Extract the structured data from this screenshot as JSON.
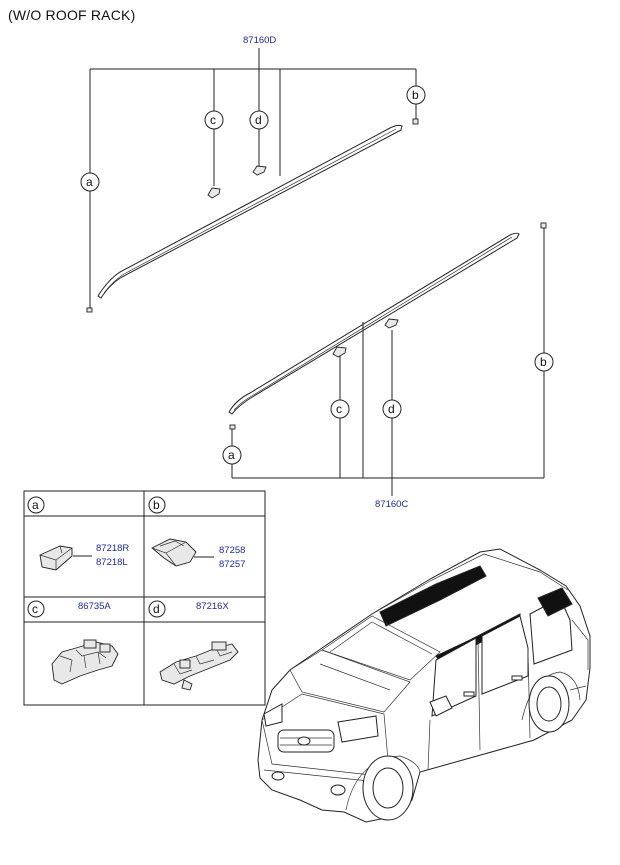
{
  "title": "(W/O ROOF RACK)",
  "part_numbers": {
    "upper_moulding": "87160D",
    "lower_moulding": "87160C"
  },
  "callout_letters": [
    "a",
    "b",
    "c",
    "d"
  ],
  "parts_table": {
    "cells": [
      {
        "letter": "a",
        "numbers": [
          "87218R",
          "87218L"
        ]
      },
      {
        "letter": "b",
        "numbers": [
          "87258",
          "87257"
        ]
      },
      {
        "letter": "c",
        "numbers": [
          "86735A"
        ]
      },
      {
        "letter": "d",
        "numbers": [
          "87216X"
        ]
      }
    ]
  }
}
